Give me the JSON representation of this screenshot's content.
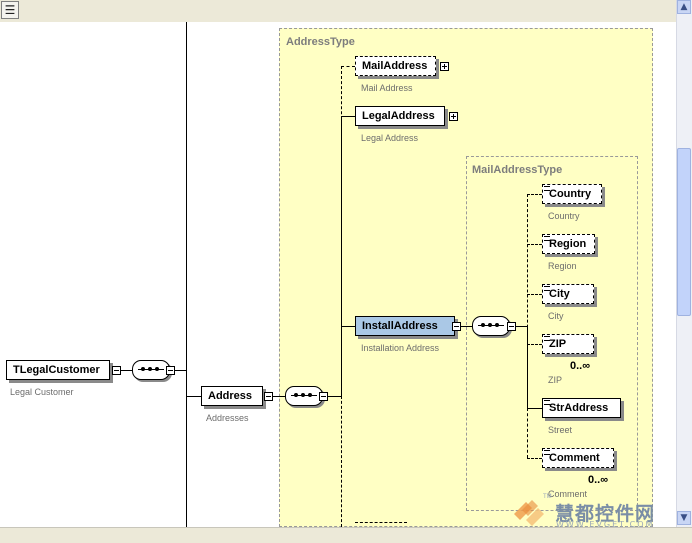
{
  "toolbar": {
    "button_icon": "diagram-view-icon"
  },
  "root": {
    "name": "TLegalCustomer",
    "description": "Legal Customer"
  },
  "address_element": {
    "name": "Address",
    "description": "Addresses"
  },
  "address_type": {
    "label": "AddressType",
    "children": [
      {
        "name": "MailAddress",
        "description": "Mail Address",
        "optional": true,
        "expandable": true
      },
      {
        "name": "LegalAddress",
        "description": "Legal Address",
        "optional": false,
        "expandable": true
      },
      {
        "name": "InstallAddress",
        "description": "Installation Address",
        "optional": false,
        "selected": true
      }
    ]
  },
  "mail_address_type": {
    "label": "MailAddressType",
    "children": [
      {
        "name": "Country",
        "description": "Country",
        "optional": true
      },
      {
        "name": "Region",
        "description": "Region",
        "optional": true
      },
      {
        "name": "City",
        "description": "City",
        "optional": true
      },
      {
        "name": "ZIP",
        "description": "ZIP",
        "optional": true,
        "cardinality": "0..∞"
      },
      {
        "name": "StrAddress",
        "description": "Street",
        "optional": false
      },
      {
        "name": "Comment",
        "description": "Comment",
        "optional": true,
        "cardinality": "0..∞"
      }
    ]
  },
  "watermark": {
    "text": "慧都控件网",
    "sub": "WWW.EVGET.COM",
    "mark": "TM"
  },
  "colors": {
    "type_fill": "#ffffc4",
    "selected_fill": "#aac8e6"
  }
}
